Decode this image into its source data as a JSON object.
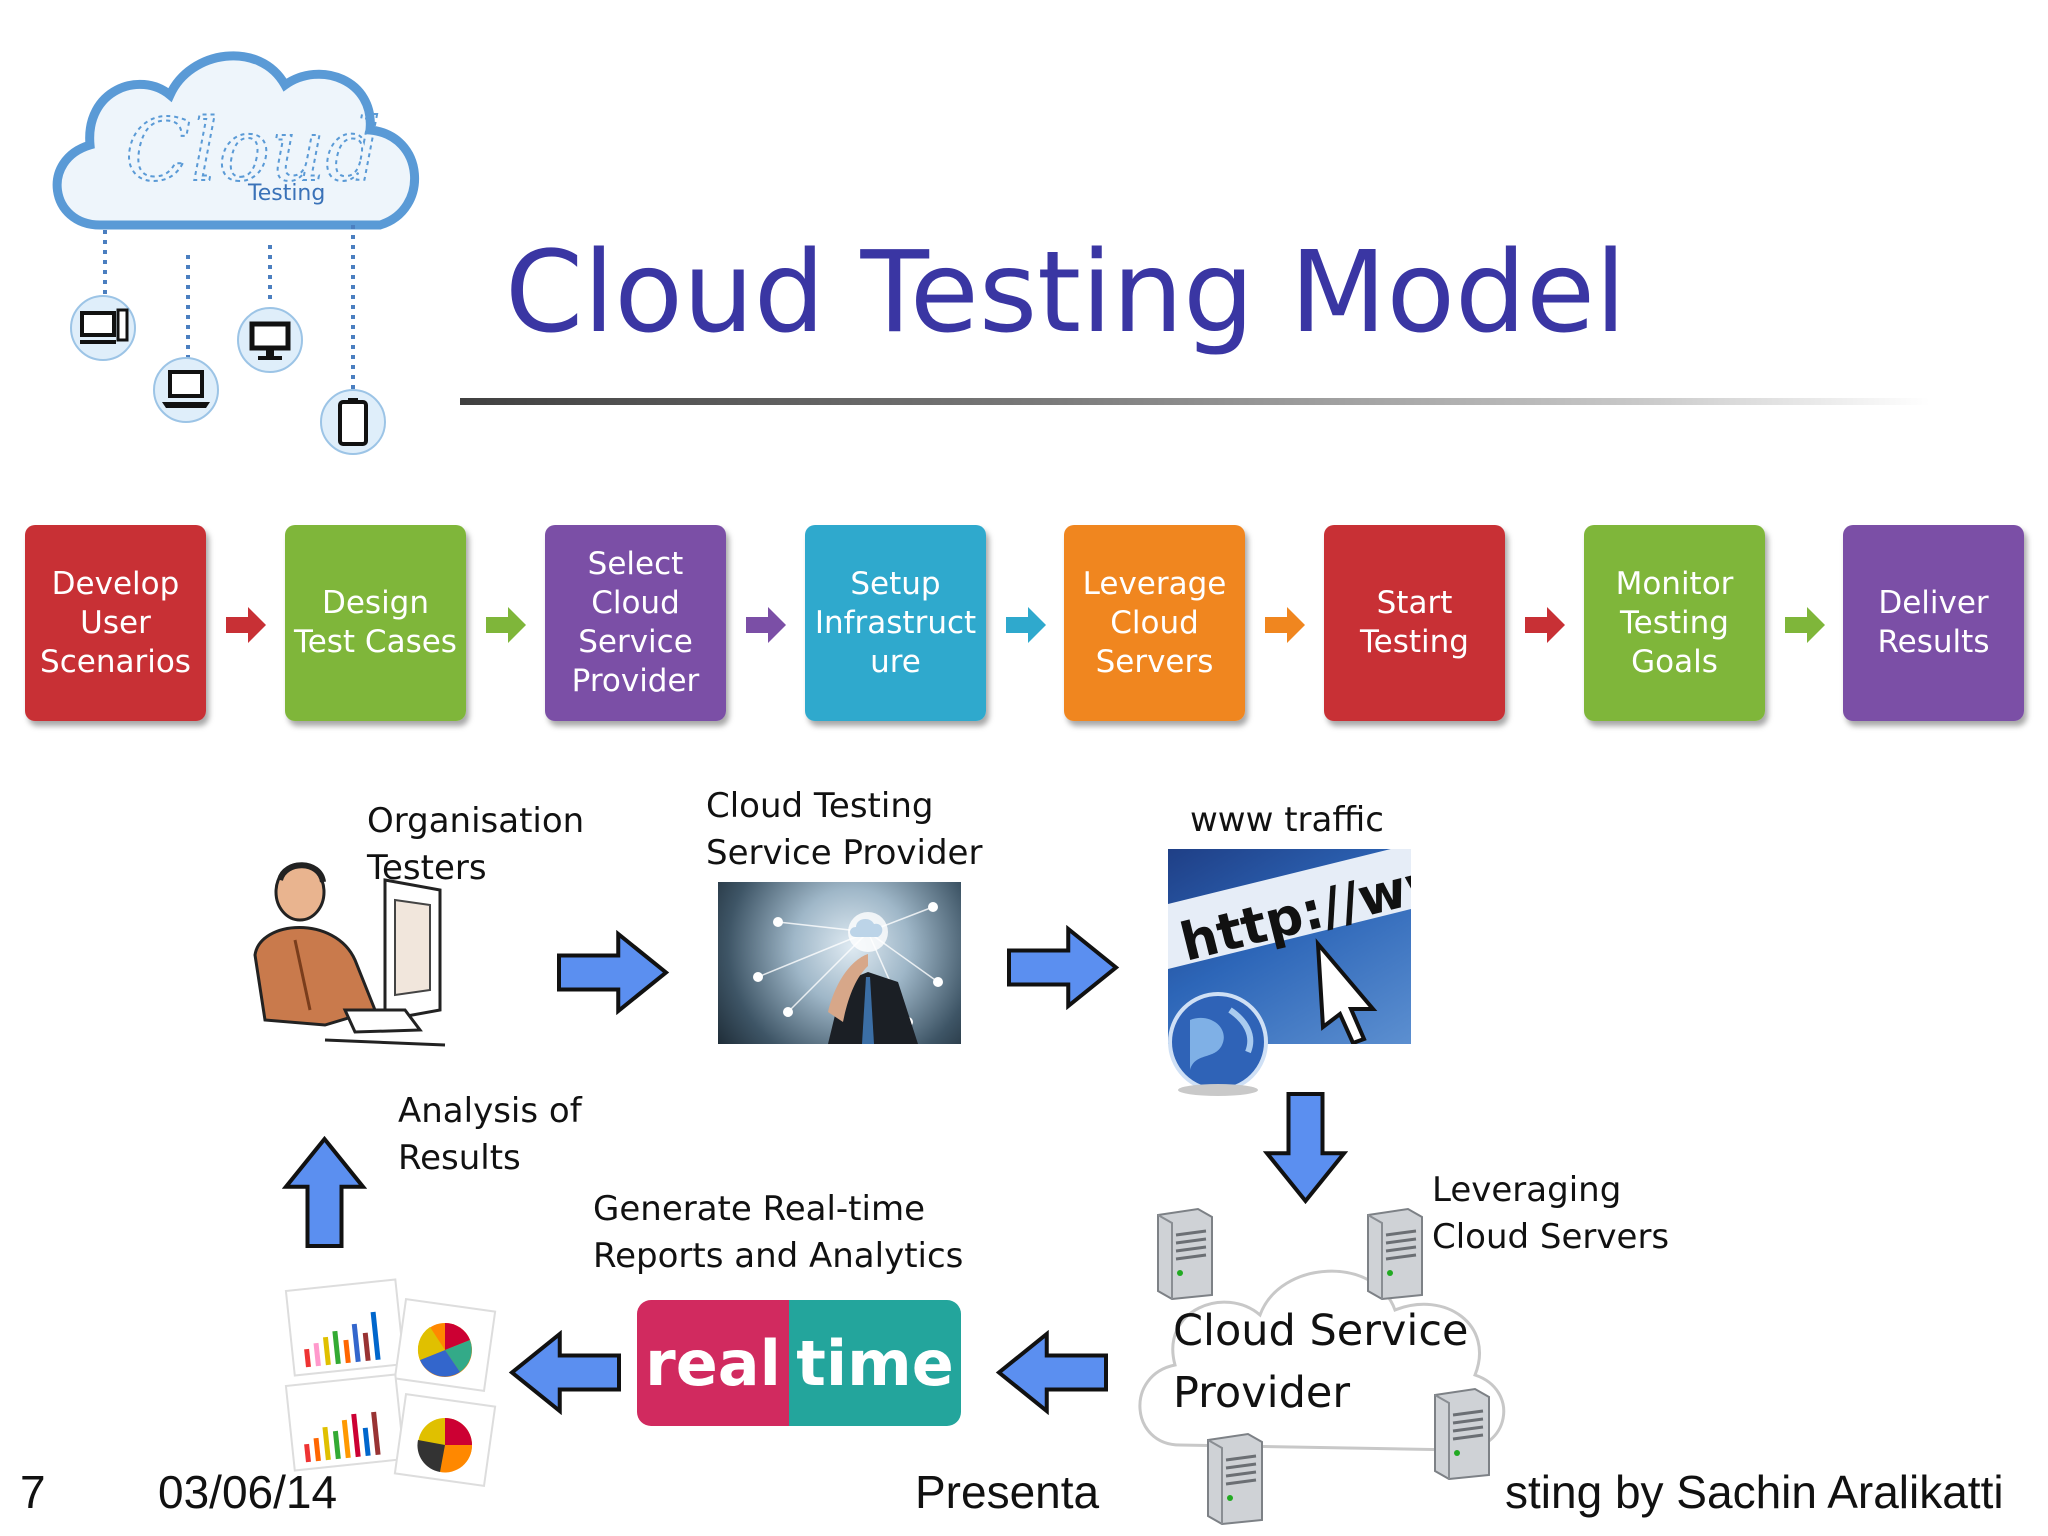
{
  "logo": {
    "script_word": "Cloud",
    "sub_word": "Testing"
  },
  "title": "Cloud Testing Model",
  "process_steps": [
    {
      "label": "Develop\nUser\nScenarios",
      "color": "#c83035"
    },
    {
      "label": "Design\nTest Cases",
      "color": "#7fb63a"
    },
    {
      "label": "Select\nCloud\nService\nProvider",
      "color": "#7b4fa6"
    },
    {
      "label": "Setup\nInfrastruct\nure",
      "color": "#2fa9cd"
    },
    {
      "label": "Leverage\nCloud\nServers",
      "color": "#f0861f"
    },
    {
      "label": "Start\nTesting",
      "color": "#c83035"
    },
    {
      "label": "Monitor\nTesting\nGoals",
      "color": "#7fb63a"
    },
    {
      "label": "Deliver\nResults",
      "color": "#7b4fa6"
    }
  ],
  "diagram": {
    "organisation_testers": "Organisation\nTesters",
    "cloud_testing_provider": "Cloud Testing\nService Provider",
    "www_traffic": "www traffic",
    "browser_url": "http://www",
    "leveraging_servers": "Leveraging\nCloud Servers",
    "cloud_service_provider": "Cloud Service\nProvider",
    "generate_reports": "Generate Real-time\nReports and Analytics",
    "analysis_results": "Analysis of\nResults",
    "realtime_left": "real",
    "realtime_right": "time"
  },
  "footer": {
    "page_number": "7",
    "date": "03/06/14",
    "presenter_left": "Presenta",
    "presenter_right": "sting by Sachin Aralikatti"
  },
  "colors": {
    "title": "#3a36a3",
    "arrow_blue": "#5b8ff0"
  }
}
